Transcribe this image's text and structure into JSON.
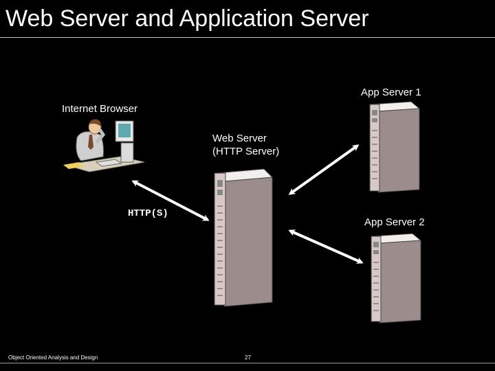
{
  "title": "Web Server and Application Server",
  "labels": {
    "browser": "Internet Browser",
    "web_server_line1": "Web Server",
    "web_server_line2": "(HTTP Server)",
    "protocol": "HTTP(S)",
    "app_server_1": "App Server 1",
    "app_server_2": "App Server 2"
  },
  "footer": {
    "course": "Object Oriented Analysis and Design",
    "page_number": "27"
  },
  "colors": {
    "background": "#000000",
    "text": "#ffffff",
    "server_light": "#e6dede",
    "server_shadow": "#a89a9a",
    "arrow": "#ffffff"
  }
}
